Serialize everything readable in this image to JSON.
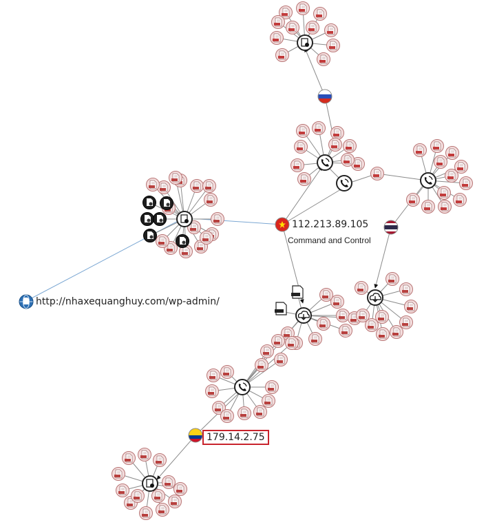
{
  "labels": {
    "c2_ip": "112.213.89.105",
    "c2_role": "Command and Control",
    "url": "http://nhaxequanghuy.com/wp-admin/",
    "ip2": "179.14.2.75"
  },
  "icons": {
    "hub_call": "phone-call-icon",
    "hub_download": "cloud-download-icon",
    "hub_cert": "certificate-icon",
    "leaf_doc": "doc-file-icon",
    "leaf_exe": "exe-file-icon",
    "leaf_html": "html-file-icon",
    "flag_ru": "russia-flag-icon",
    "flag_vn": "vietnam-flag-icon",
    "flag_th": "thailand-flag-icon",
    "flag_co": "colombia-flag-icon",
    "url_globe": "url-globe-icon"
  },
  "colors": {
    "edge": "#8a8a8a",
    "edge_blue": "#7ba7d3",
    "leaf_fill": "#f4dede",
    "leaf_stroke": "#b87575",
    "doc_red": "#c23c3c",
    "highlight": "#c8232c"
  }
}
